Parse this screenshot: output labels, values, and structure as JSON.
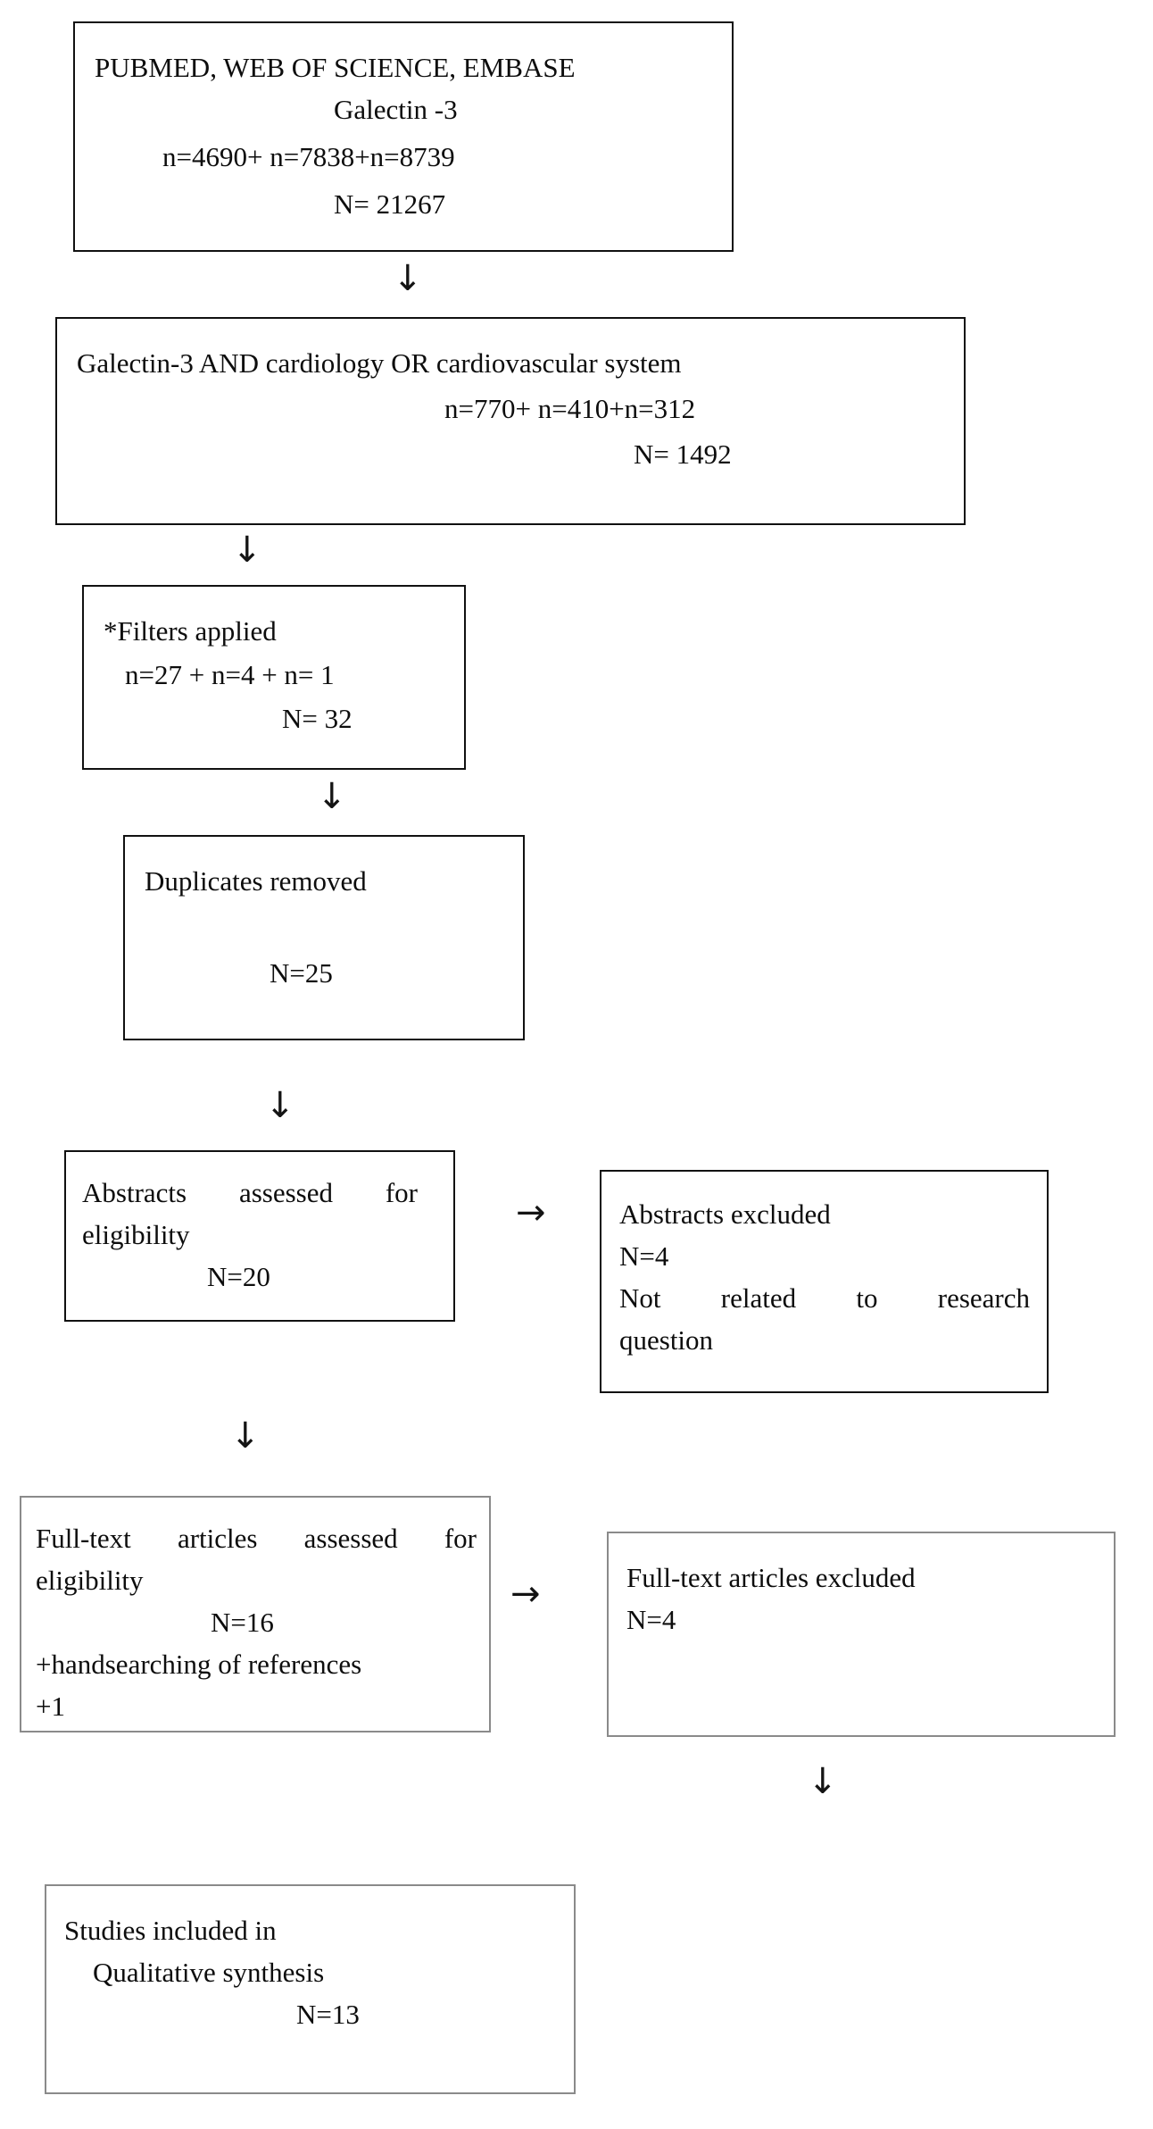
{
  "diagram": {
    "title": "PRISMA study selection flow diagram",
    "boxes": {
      "databases": {
        "name": "databases-searched-box",
        "lines": [
          "PUBMED, WEB OF SCIENCE, EMBASE",
          "Galectin -3",
          "n=4690+ n=7838+n=8739",
          "N= 21267"
        ]
      },
      "search_terms": {
        "name": "search-terms-box",
        "lines": [
          "Galectin-3 AND cardiology OR cardiovascular system",
          "n=770+ n=410+n=312",
          "N= 1492"
        ]
      },
      "filters": {
        "name": "filters-applied-box",
        "lines": [
          "*Filters applied",
          "n=27 + n=4 + n= 1",
          "N= 32"
        ]
      },
      "duplicates": {
        "name": "duplicates-removed-box",
        "lines": [
          "Duplicates removed",
          "N=25"
        ]
      },
      "abstracts_assessed": {
        "name": "abstracts-assessed-box",
        "lines": [
          "Abstracts assessed for",
          "eligibility",
          "N=20"
        ]
      },
      "abstracts_excluded": {
        "name": "abstracts-excluded-box",
        "lines": [
          "Abstracts excluded",
          "N=4",
          "Not related to research",
          "question"
        ]
      },
      "fulltext_assessed": {
        "name": "fulltext-assessed-box",
        "lines": [
          "Full-text articles assessed for",
          "eligibility",
          "N=16",
          "+handsearching of references",
          "+1"
        ]
      },
      "fulltext_excluded": {
        "name": "fulltext-excluded-box",
        "lines": [
          "Full-text articles excluded",
          "N=4"
        ]
      },
      "included": {
        "name": "studies-included-box",
        "lines": [
          "Studies included in",
          "Qualitative synthesis",
          "N=13"
        ]
      }
    },
    "arrows": {
      "down": "↓",
      "right": "→"
    },
    "colors": {
      "border_dark": "#111111",
      "border_grey": "#8a8a8a",
      "text": "#0d0d0d",
      "background": "#ffffff"
    }
  }
}
